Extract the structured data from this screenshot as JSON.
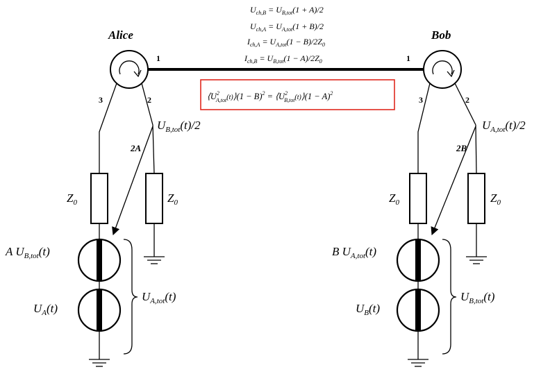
{
  "parties": {
    "alice": "Alice",
    "bob": "Bob"
  },
  "ports": {
    "p1": "1",
    "p2": "2",
    "p3": "3",
    "alice_sel": "2A",
    "bob_sel": "2B"
  },
  "equations": {
    "l1": {
      "lhs": "U",
      "lsub": "ch,B",
      "eq": " = U",
      "rsub": "B,tot",
      "tail": "(1 + A)/2"
    },
    "l2": {
      "lhs": "U",
      "lsub": "ch,A",
      "eq": " = U",
      "rsub": "A,tot",
      "tail": "(1 + B)/2"
    },
    "l3": {
      "lhs": "I",
      "lsub": "ch,A",
      "eq": " = U",
      "rsub": "A,tot",
      "tail": "(1 − B)/2Z",
      "tsub": "0"
    },
    "l4": {
      "lhs": "I",
      "lsub": "ch,B",
      "eq": " = U",
      "rsub": "B,tot",
      "tail": "(1 − A)/2Z",
      "tsub": "0"
    }
  },
  "boxed": {
    "open1": "⟨U",
    "sup1": "2",
    "sub1": "A,tot",
    "arg1": "(t)",
    "close1": "⟩(1 − B)",
    "pow1": "2",
    "eq": " = ",
    "open2": "⟨U",
    "sup2": "2",
    "sub2": "B,tot",
    "arg2": "(t)",
    "close2": "⟩(1 − A)",
    "pow2": "2"
  },
  "labels": {
    "alice_node": {
      "main": "U",
      "sub": "B,tot",
      "tail": "(t)/2"
    },
    "bob_node": {
      "main": "U",
      "sub": "A,tot",
      "tail": "(t)/2"
    },
    "z0": {
      "main": "Z",
      "sub": "0"
    },
    "alice_src1": {
      "pre": "A U",
      "sub": "B,tot",
      "tail": "(t)"
    },
    "alice_src2": {
      "main": "U",
      "sub": "A",
      "tail": "(t)"
    },
    "alice_total": {
      "main": "U",
      "sub": "A,tot",
      "tail": "(t)"
    },
    "bob_src1": {
      "pre": "B U",
      "sub": "A,tot",
      "tail": "(t)"
    },
    "bob_src2": {
      "main": "U",
      "sub": "B",
      "tail": "(t)"
    },
    "bob_total": {
      "main": "U",
      "sub": "B,tot",
      "tail": "(t)"
    }
  },
  "colors": {
    "ink": "#000000",
    "box_border": "#e0281e"
  },
  "icons": {
    "circulator": "circulator-icon",
    "resistor": "resistor-icon",
    "voltage_source": "voltage-source-icon",
    "ground": "ground-icon"
  }
}
